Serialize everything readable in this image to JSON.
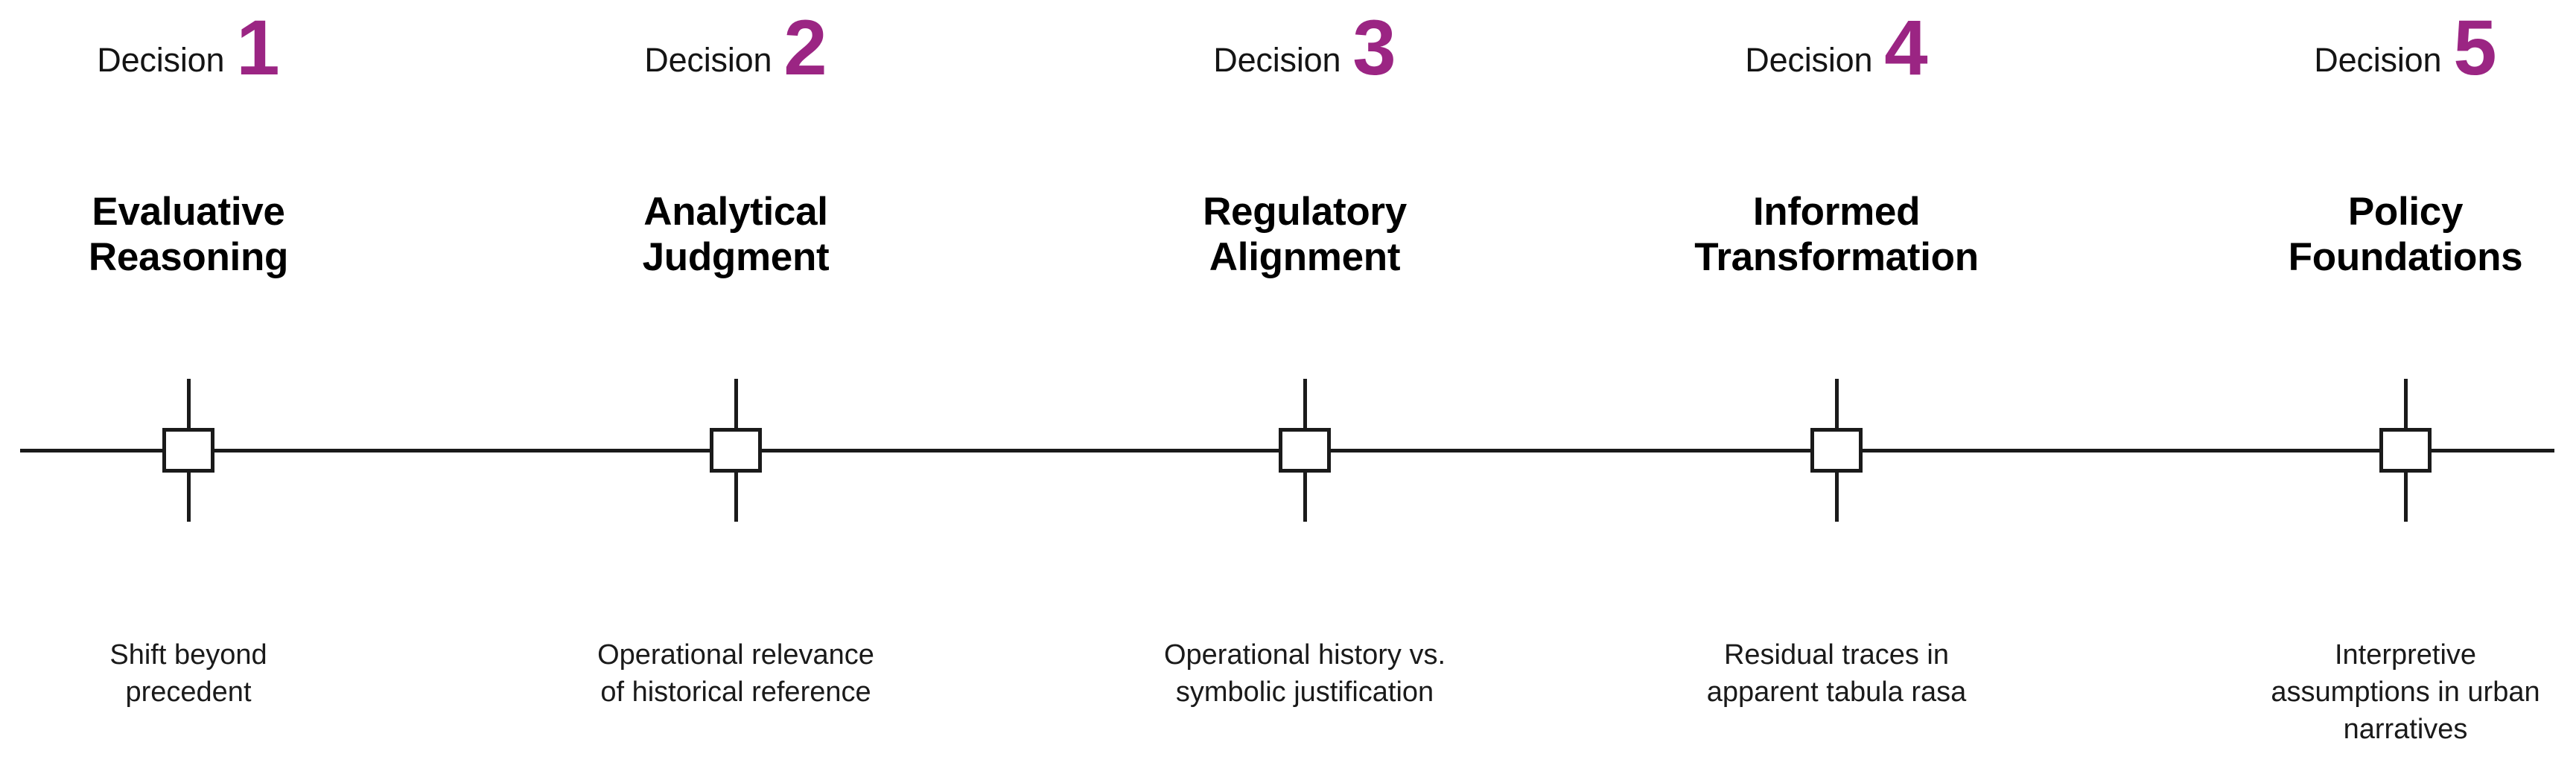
{
  "diagram": {
    "type": "horizontal-timeline",
    "step_count": 5,
    "accent_color": "#9B2583",
    "line_color": "#1a1a1a",
    "text_color": "#000000",
    "background_color": "#ffffff",
    "eyebrow_word": "Decision",
    "steps": [
      {
        "number": "1",
        "eyebrow_label": "Decision",
        "heading_line1": "Evaluative",
        "heading_line2": "Reasoning",
        "caption_line1": "Shift beyond",
        "caption_line2": "precedent",
        "caption_line3": ""
      },
      {
        "number": "2",
        "eyebrow_label": "Decision",
        "heading_line1": "Analytical",
        "heading_line2": "Judgment",
        "caption_line1": "Operational relevance",
        "caption_line2": "of historical reference",
        "caption_line3": ""
      },
      {
        "number": "3",
        "eyebrow_label": "Decision",
        "heading_line1": "Regulatory",
        "heading_line2": "Alignment",
        "caption_line1": "Operational history vs.",
        "caption_line2": "symbolic justification",
        "caption_line3": ""
      },
      {
        "number": "4",
        "eyebrow_label": "Decision",
        "heading_line1": "Informed",
        "heading_line2": "Transformation",
        "caption_line1": "Residual traces in",
        "caption_line2": "apparent tabula rasa",
        "caption_line3": ""
      },
      {
        "number": "5",
        "eyebrow_label": "Decision",
        "heading_line1": "Policy",
        "heading_line2": "Foundations",
        "caption_line1": "Interpretive",
        "caption_line2": "assumptions in urban",
        "caption_line3": "narratives"
      }
    ]
  }
}
